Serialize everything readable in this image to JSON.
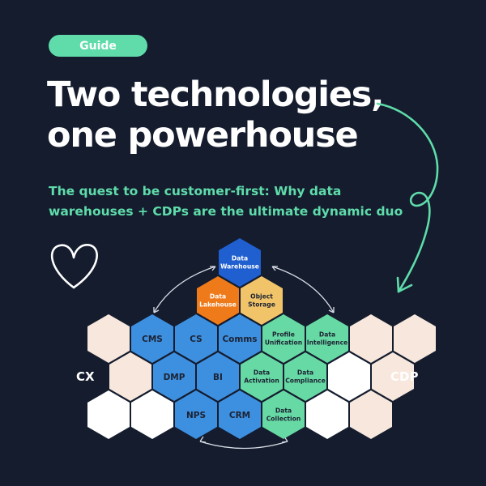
{
  "badge": "Guide",
  "title": {
    "line1": "Two technologies,",
    "line2": "one powerhouse"
  },
  "subtitle": {
    "line1": "The quest to be customer-first: Why data",
    "line2": "warehouses + CDPs are the ultimate dynamic duo"
  },
  "side_labels": {
    "left": "CX",
    "right": "CDP"
  },
  "icons": {
    "heart": "heart-outline-icon",
    "arrow": "curly-arrow-icon"
  },
  "colors": {
    "background": "#141c2e",
    "accent_green": "#5fdcaa",
    "hex_blue": "#3d8fe0",
    "hex_navy": "#1f5fcf",
    "hex_orange": "#ef7a1a",
    "hex_yellow": "#f2c46a",
    "hex_green": "#67d9a4",
    "hex_cream": "#f7e7dc",
    "hex_white": "#ffffff"
  },
  "hexes": [
    {
      "id": "data-warehouse",
      "lines": [
        "Data",
        "Warehouse"
      ],
      "fill": "navy",
      "text": "#ffffff"
    },
    {
      "id": "data-lakehouse",
      "lines": [
        "Data",
        "Lakehouse"
      ],
      "fill": "orange",
      "text": "#ffffff"
    },
    {
      "id": "object-storage",
      "lines": [
        "Object",
        "Storage"
      ],
      "fill": "yellow",
      "text": "#1c2333"
    },
    {
      "id": "cms",
      "lines": [
        "CMS"
      ],
      "fill": "blue",
      "text": "#1c2333"
    },
    {
      "id": "cs",
      "lines": [
        "CS"
      ],
      "fill": "blue",
      "text": "#1c2333"
    },
    {
      "id": "comms",
      "lines": [
        "Comms"
      ],
      "fill": "blue",
      "text": "#1c2333"
    },
    {
      "id": "profile-unification",
      "lines": [
        "Profile",
        "Unification"
      ],
      "fill": "green",
      "text": "#1c2333"
    },
    {
      "id": "data-intelligence",
      "lines": [
        "Data",
        "Intelligence"
      ],
      "fill": "green",
      "text": "#1c2333"
    },
    {
      "id": "dmp",
      "lines": [
        "DMP"
      ],
      "fill": "blue",
      "text": "#1c2333"
    },
    {
      "id": "bi",
      "lines": [
        "BI"
      ],
      "fill": "blue",
      "text": "#1c2333"
    },
    {
      "id": "data-activation",
      "lines": [
        "Data",
        "Activation"
      ],
      "fill": "green",
      "text": "#1c2333"
    },
    {
      "id": "data-compliance",
      "lines": [
        "Data",
        "Compliance"
      ],
      "fill": "green",
      "text": "#1c2333"
    },
    {
      "id": "nps",
      "lines": [
        "NPS"
      ],
      "fill": "blue",
      "text": "#1c2333"
    },
    {
      "id": "crm",
      "lines": [
        "CRM"
      ],
      "fill": "blue",
      "text": "#1c2333"
    },
    {
      "id": "data-collection",
      "lines": [
        "Data",
        "Collection"
      ],
      "fill": "green",
      "text": "#1c2333"
    },
    {
      "id": "cream-1",
      "lines": [],
      "fill": "cream"
    },
    {
      "id": "cream-2",
      "lines": [],
      "fill": "cream"
    },
    {
      "id": "blank-1",
      "lines": [],
      "fill": "white"
    },
    {
      "id": "blank-2",
      "lines": [],
      "fill": "white"
    },
    {
      "id": "cream-3",
      "lines": [],
      "fill": "cream"
    },
    {
      "id": "blank-3",
      "lines": [],
      "fill": "white"
    },
    {
      "id": "cream-4",
      "lines": [],
      "fill": "cream"
    },
    {
      "id": "cream-5",
      "lines": [],
      "fill": "cream"
    },
    {
      "id": "blank-4",
      "lines": [],
      "fill": "white"
    },
    {
      "id": "cream-6",
      "lines": [],
      "fill": "cream"
    }
  ]
}
